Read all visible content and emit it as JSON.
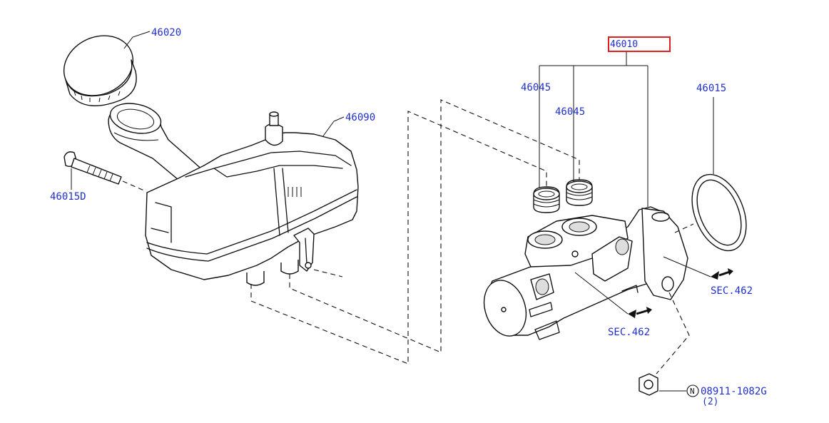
{
  "diagram": {
    "callouts": {
      "cap": "46020",
      "reservoir": "46090",
      "pin": "46015D",
      "master_cylinder": "46010",
      "grommet_1": "46045",
      "grommet_2": "46045",
      "o_ring": "46015",
      "section_right": "SEC.462",
      "section_bottom": "SEC.462",
      "nut_prefix": "N",
      "nut_code": "08911-1082G",
      "nut_qty": "(2)"
    },
    "highlight_color": "#e02020",
    "label_color": "#1f2fd0"
  }
}
